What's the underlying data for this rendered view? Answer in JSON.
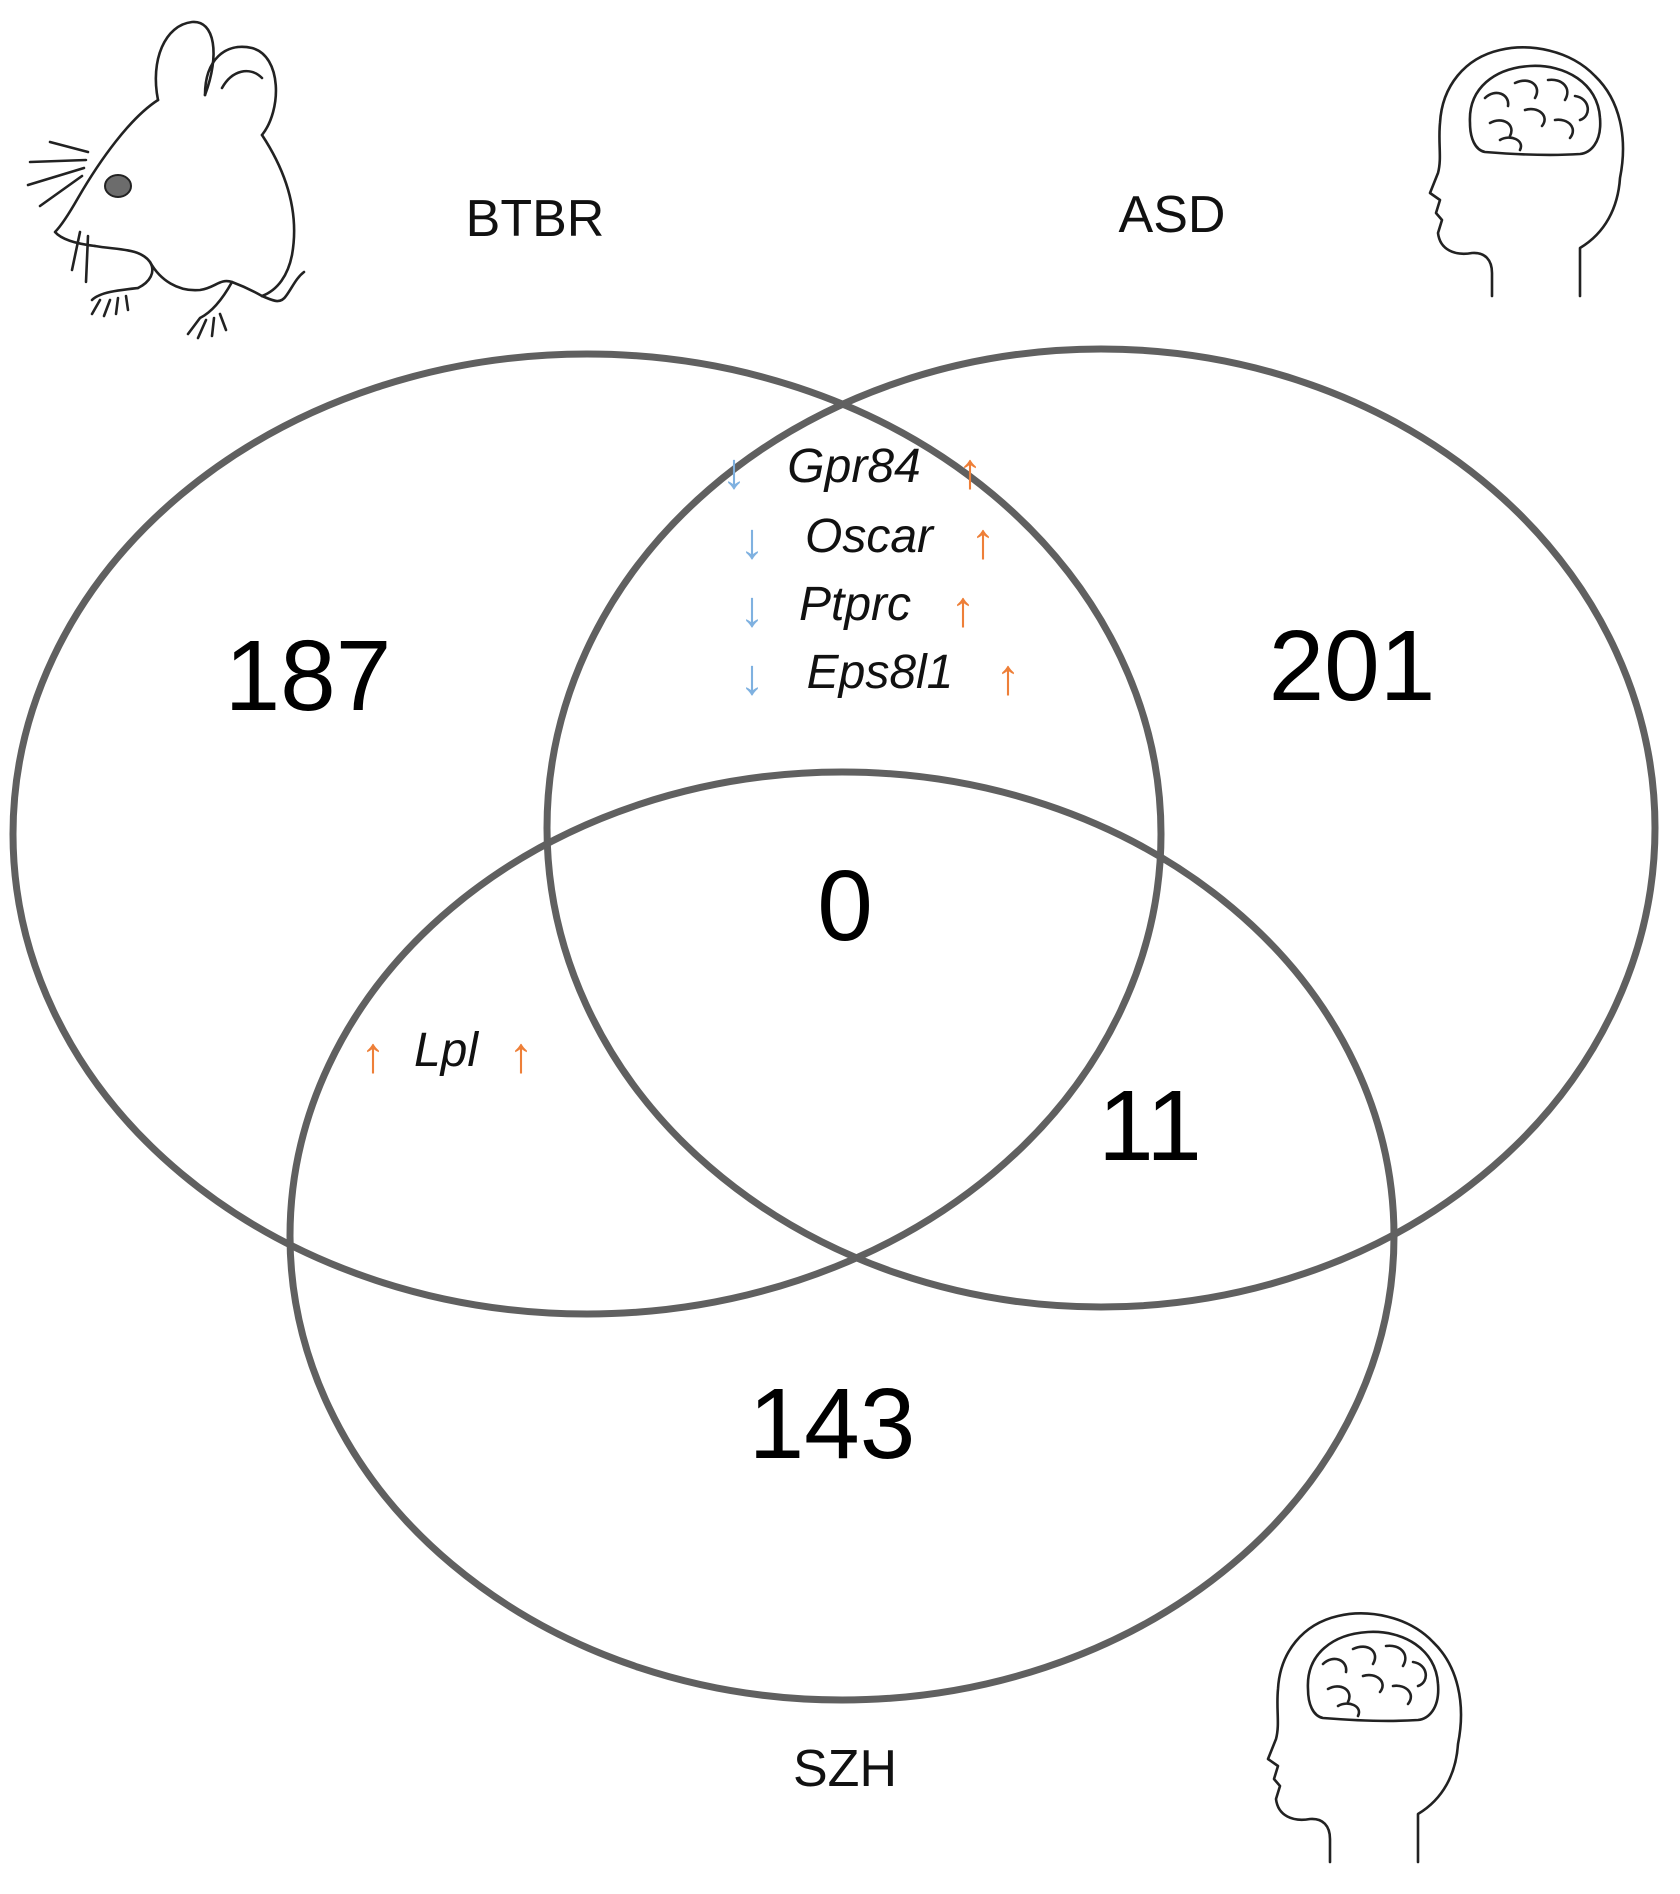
{
  "sets": {
    "btbr": {
      "label": "BTBR"
    },
    "asd": {
      "label": "ASD"
    },
    "szh": {
      "label": "SZH"
    }
  },
  "regions": {
    "btbr_only": "187",
    "asd_only": "201",
    "szh_only": "143",
    "all_three": "0",
    "asd_szh": "11"
  },
  "btbr_asd_genes": [
    {
      "name": "Gpr84",
      "left_arrow": "↓",
      "right_arrow": "↑"
    },
    {
      "name": "Oscar",
      "left_arrow": "↓",
      "right_arrow": "↑"
    },
    {
      "name": "Ptprc",
      "left_arrow": "↓",
      "right_arrow": "↑"
    },
    {
      "name": "Eps8l1",
      "left_arrow": "↓",
      "right_arrow": "↑"
    }
  ],
  "btbr_szh_genes": [
    {
      "name": "Lpl",
      "left_arrow": "↑",
      "right_arrow": "↑"
    }
  ],
  "colors": {
    "down_arrow": "#7fb1e0",
    "up_arrow": "#ee7f38",
    "circle_stroke": "#606060"
  },
  "icons": {
    "btbr": "mouse-icon",
    "asd": "human-head-brain-icon",
    "szh": "human-head-brain-icon"
  }
}
